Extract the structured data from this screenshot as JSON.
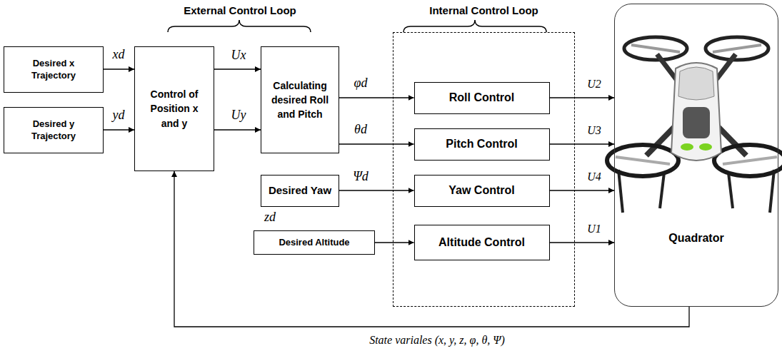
{
  "diagram": {
    "nodes": [
      {
        "text": [
          "Desired x Trajectory"
        ]
      },
      {
        "text": [
          "Desired y Trajectory"
        ]
      },
      {
        "text": [
          "Control of Position x and y"
        ]
      },
      {
        "text": [
          "Calculating desired Roll and Pitch"
        ]
      },
      {
        "text": [
          "Desired Yaw"
        ]
      },
      {
        "text": [
          "Desired Altitude"
        ]
      },
      {
        "text": [
          "Internal Control Loop"
        ]
      },
      {
        "text": [
          "Roll Control"
        ],
        "in": 6
      },
      {
        "text": [
          "Pitch Control"
        ],
        "in": 6
      },
      {
        "text": [
          "Yaw Control"
        ],
        "in": 6
      },
      {
        "text": [
          "Altitude Control"
        ],
        "in": 6
      },
      {
        "text": [
          "Quadrator"
        ]
      }
    ],
    "edges": [
      {
        "from": 0,
        "to": 2,
        "arrow": "to",
        "label": "xd"
      },
      {
        "from": 1,
        "to": 2,
        "arrow": "to",
        "label": "yd"
      },
      {
        "from": 2,
        "to": 3,
        "arrow": "to",
        "label": "Ux"
      },
      {
        "from": 2,
        "to": 3,
        "arrow": "to",
        "label": "Uy"
      },
      {
        "from": 3,
        "to": 7,
        "arrow": "to",
        "label": "φd"
      },
      {
        "from": 3,
        "to": 8,
        "arrow": "to",
        "label": "θd"
      },
      {
        "from": 4,
        "to": 9,
        "arrow": "to",
        "label": "Ψd"
      },
      {
        "from": 5,
        "to": 10,
        "arrow": "to",
        "label": "zd"
      },
      {
        "from": 7,
        "to": 11,
        "arrow": "to",
        "label": "U2"
      },
      {
        "from": 8,
        "to": 11,
        "arrow": "to",
        "label": "U3"
      },
      {
        "from": 9,
        "to": 11,
        "arrow": "to",
        "label": "U4"
      },
      {
        "from": 10,
        "to": 11,
        "arrow": "to",
        "label": "U1"
      },
      {
        "from": 11,
        "to": 2,
        "arrow": "to",
        "label": "State variales (x, y, z, φ, θ, Ψ)"
      }
    ],
    "labels": [
      "External Control Loop"
    ]
  }
}
